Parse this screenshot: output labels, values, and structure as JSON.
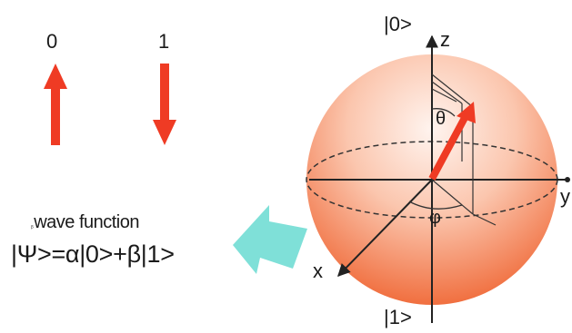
{
  "bits": {
    "zero": {
      "label": "0",
      "arrow": "up"
    },
    "one": {
      "label": "1",
      "arrow": "down"
    }
  },
  "wavefunction": {
    "caption_prefix": "ᵦ",
    "caption": "wave function",
    "formula": "|Ψ>=α|0>+β|1>"
  },
  "bloch_sphere": {
    "ket_top": "|0>",
    "ket_bottom": "|1>",
    "axis_z": "z",
    "axis_x": "x",
    "axis_y": "y",
    "theta": "θ",
    "phi": "φ"
  },
  "colors": {
    "arrow": "#ef3b24",
    "sphere_top": "#fde8df",
    "sphere_bottom": "#f06a38",
    "pointer": "#7fe0d8",
    "line": "#222222"
  },
  "icons": [
    "arrow-up-icon",
    "arrow-down-icon",
    "pointer-arrow-icon"
  ]
}
